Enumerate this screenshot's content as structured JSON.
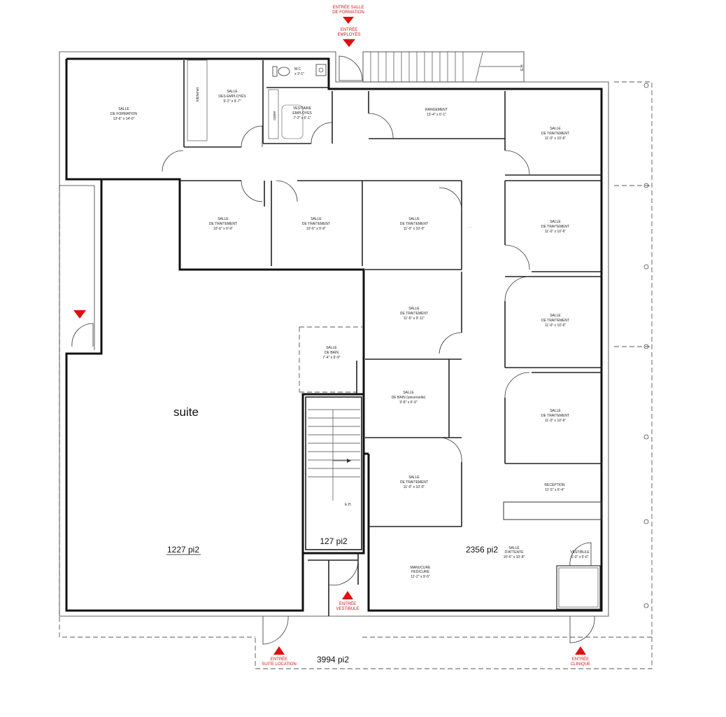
{
  "plan": {
    "suite_label": "suite",
    "area_suite": "1227 pi2",
    "area_stair": "127 pi2",
    "area_clinic": "2356 pi2",
    "area_total": "3994 pi2",
    "eh_stair": "E.H.",
    "eh_top": "E.H."
  },
  "rooms": {
    "formation": {
      "l1": "SALLE",
      "l2": "DE FORMATION",
      "dim": "13'-6\" x 14'-0\""
    },
    "kitchenette": {
      "l1": "kitchenet"
    },
    "employes": {
      "l1": "SALLE",
      "l2": "DES EMPLOYÉS",
      "dim": "9'-2\" x 9'-7\""
    },
    "wc": {
      "l1": "W.C.",
      "dim": "x 3'-1\""
    },
    "vestiaire": {
      "l1": "VESTIAIRE",
      "l2": "EMPLOYÉS",
      "dim": "7'-2\" x 6'-1\""
    },
    "casier": {
      "l1": "casier"
    },
    "rangement": {
      "l1": "RANGEMENT",
      "dim": "13'-4\" x 6'-1\""
    },
    "t1": {
      "l1": "SALLE",
      "l2": "DE TRAITEMENT",
      "dim": "11'-0\" x 10'-6\""
    },
    "t2": {
      "l1": "SALLE",
      "l2": "DE TRAITEMENT",
      "dim": "10'-6\" x 9'-9\""
    },
    "t3": {
      "l1": "SALLE",
      "l2": "DE TRAITEMENT",
      "dim": "10'-6\" x 9'-9\""
    },
    "t4": {
      "l1": "SALLE",
      "l2": "DE TRAITEMENT",
      "dim": "11'-0\" x 10'-0\""
    },
    "t5": {
      "l1": "SALLE",
      "l2": "DE TRAITEMENT",
      "dim": "11'-0\" x 10'-6\""
    },
    "t6": {
      "l1": "SALLE",
      "l2": "DE TRAITEMENT",
      "dim": "11'-6\" x 9'-11\""
    },
    "t7": {
      "l1": "SALLE",
      "l2": "DE TRAITEMENT",
      "dim": "11'-0\" x 10'-6\""
    },
    "bain": {
      "l1": "SALLE",
      "l2": "DE BAIN",
      "dim": "7'-4\" x 6'-9\""
    },
    "bain_univ": {
      "l1": "SALLE",
      "l2": "DE BAIN (universelle)",
      "dim": "9'-8\" x 6'-9\""
    },
    "t8": {
      "l1": "SALLE",
      "l2": "DE TRAITEMENT",
      "dim": "11'-0\" x 10'-6\""
    },
    "t9": {
      "l1": "SALLE",
      "l2": "DE TRAITEMENT",
      "dim": "11'-0\" x 10'-0\""
    },
    "reception": {
      "l1": "RECEPTION",
      "dim": "11'-5\" x 6'-4\""
    },
    "manucure": {
      "l1": "MANUCURE",
      "l2": "PEDICURE",
      "dim": "11'-2\" x 9'-5\""
    },
    "attente": {
      "l1": "SALLE",
      "l2": "D'ATTENTE",
      "dim": "10'-6\" x 10'-8\""
    },
    "vestibule": {
      "l1": "VESTIBULE",
      "dim": "6'-0\" x 5'-6\""
    }
  },
  "entries": {
    "formation": {
      "l1": "ENTRÉE SALLE",
      "l2": "DE FORMATION"
    },
    "employes": {
      "l1": "ENTRÉE",
      "l2": "EMPLOYÉS"
    },
    "vestibule": {
      "l1": "ENTRÉE",
      "l2": "VESTIBULE"
    },
    "location": {
      "l1": "ENTRÉE",
      "l2": "SUITE LOCATION"
    },
    "clinique": {
      "l1": "ENTRÉE",
      "l2": "CLINIQUE"
    }
  },
  "colors": {
    "entry_red": "#e01010",
    "wall": "#111111"
  }
}
